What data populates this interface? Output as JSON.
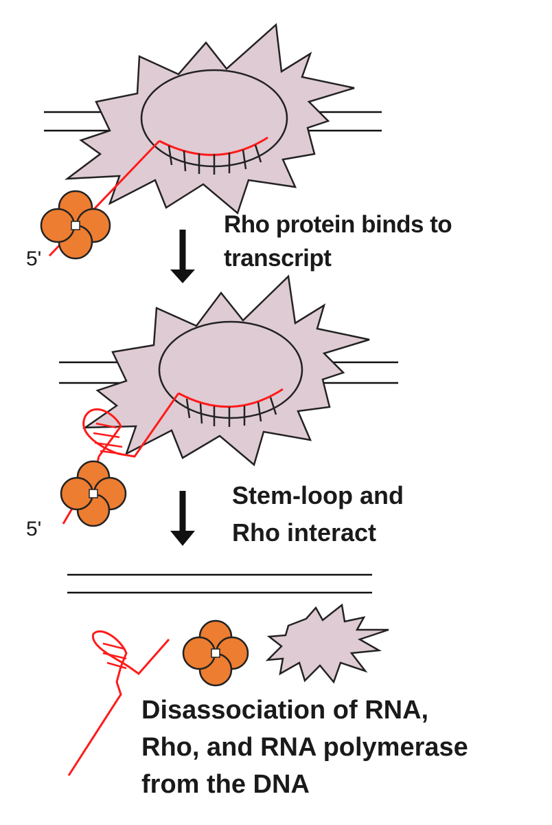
{
  "steps": [
    {
      "caption": [
        "Rho protein binds to",
        "transcript"
      ],
      "end_label": "5'"
    },
    {
      "caption": [
        "Stem-loop and",
        "Rho interact"
      ],
      "end_label": "5'"
    },
    {
      "caption": [
        "Disassociation of RNA,",
        "Rho, and RNA polymerase",
        "from the DNA"
      ]
    }
  ],
  "colors": {
    "polymerase_fill": "#dfcbd3",
    "rho_fill": "#ed7d31",
    "rna": "#ff1a1a",
    "outline": "#222222"
  }
}
